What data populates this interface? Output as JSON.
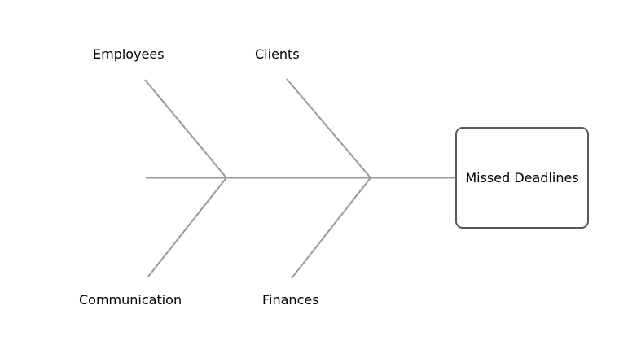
{
  "diagram": {
    "type": "fishbone",
    "effect": {
      "label": "Missed Deadlines"
    },
    "causes": [
      {
        "label": "Employees",
        "side": "top"
      },
      {
        "label": "Clients",
        "side": "top"
      },
      {
        "label": "Communication",
        "side": "bottom"
      },
      {
        "label": "Finances",
        "side": "bottom"
      }
    ],
    "colors": {
      "bone_line": "#999999",
      "effect_box_border": "#595959",
      "effect_box_fill": "#ffffff",
      "label_text": "#000000",
      "background": "#ffffff"
    }
  }
}
